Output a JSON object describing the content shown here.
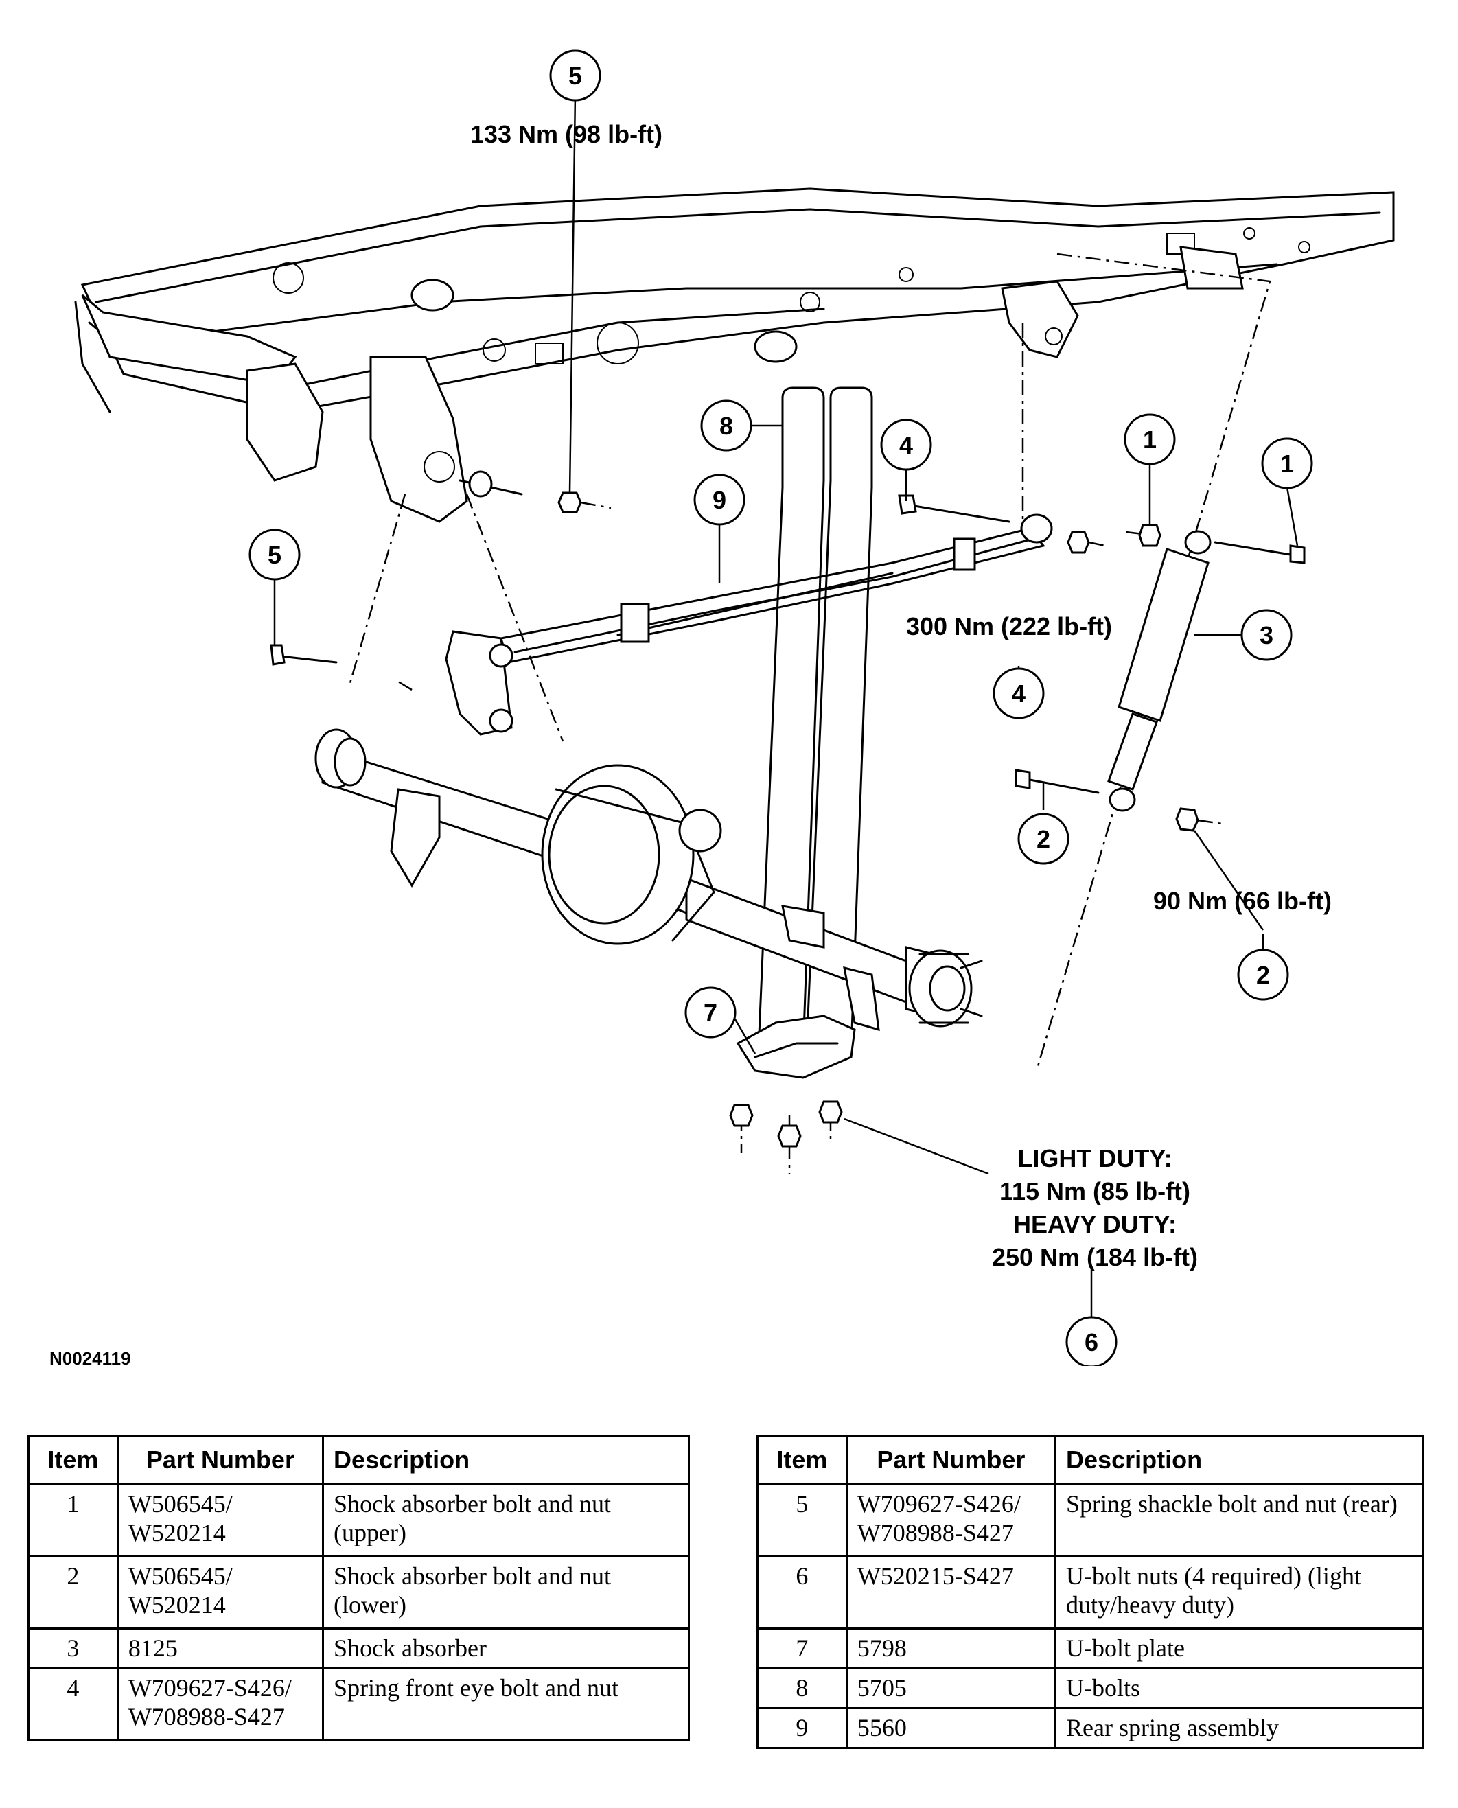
{
  "callouts": {
    "c5_top": "5",
    "c8": "8",
    "c4_upper": "4",
    "c1_left": "1",
    "c1_right": "1",
    "c9": "9",
    "c5_left": "5",
    "c3": "3",
    "c4_lower": "4",
    "c2_upper": "2",
    "c2_lower": "2",
    "c7": "7",
    "c6": "6"
  },
  "torque_labels": {
    "spring_shackle": "133 Nm (98 lb-ft)",
    "front_eye": "300 Nm (222 lb-ft)",
    "shock_lower": "90 Nm (66 lb-ft)",
    "light_duty_title": "LIGHT DUTY:",
    "light_duty_value": "115 Nm (85 lb-ft)",
    "heavy_duty_title": "HEAVY DUTY:",
    "heavy_duty_value": "250 Nm (184 lb-ft)"
  },
  "figure_id": "N0024119",
  "parts_table": {
    "headers": {
      "item": "Item",
      "part_number": "Part Number",
      "description": "Description"
    },
    "rows": [
      {
        "item": "1",
        "part_number": "W506545/ W520214",
        "description": "Shock absorber bolt and nut (upper)"
      },
      {
        "item": "2",
        "part_number": "W506545/ W520214",
        "description": "Shock absorber bolt and nut (lower)"
      },
      {
        "item": "3",
        "part_number": "8125",
        "description": "Shock absorber"
      },
      {
        "item": "4",
        "part_number": "W709627-S426/ W708988-S427",
        "description": "Spring front eye bolt and nut"
      },
      {
        "item": "5",
        "part_number": "W709627-S426/ W708988-S427",
        "description": "Spring shackle bolt and nut (rear)"
      },
      {
        "item": "6",
        "part_number": "W520215-S427",
        "description": "U-bolt nuts (4 required) (light duty/heavy duty)"
      },
      {
        "item": "7",
        "part_number": "5798",
        "description": "U-bolt plate"
      },
      {
        "item": "8",
        "part_number": "5705",
        "description": "U-bolts"
      },
      {
        "item": "9",
        "part_number": "5560",
        "description": "Rear spring assembly"
      }
    ]
  }
}
